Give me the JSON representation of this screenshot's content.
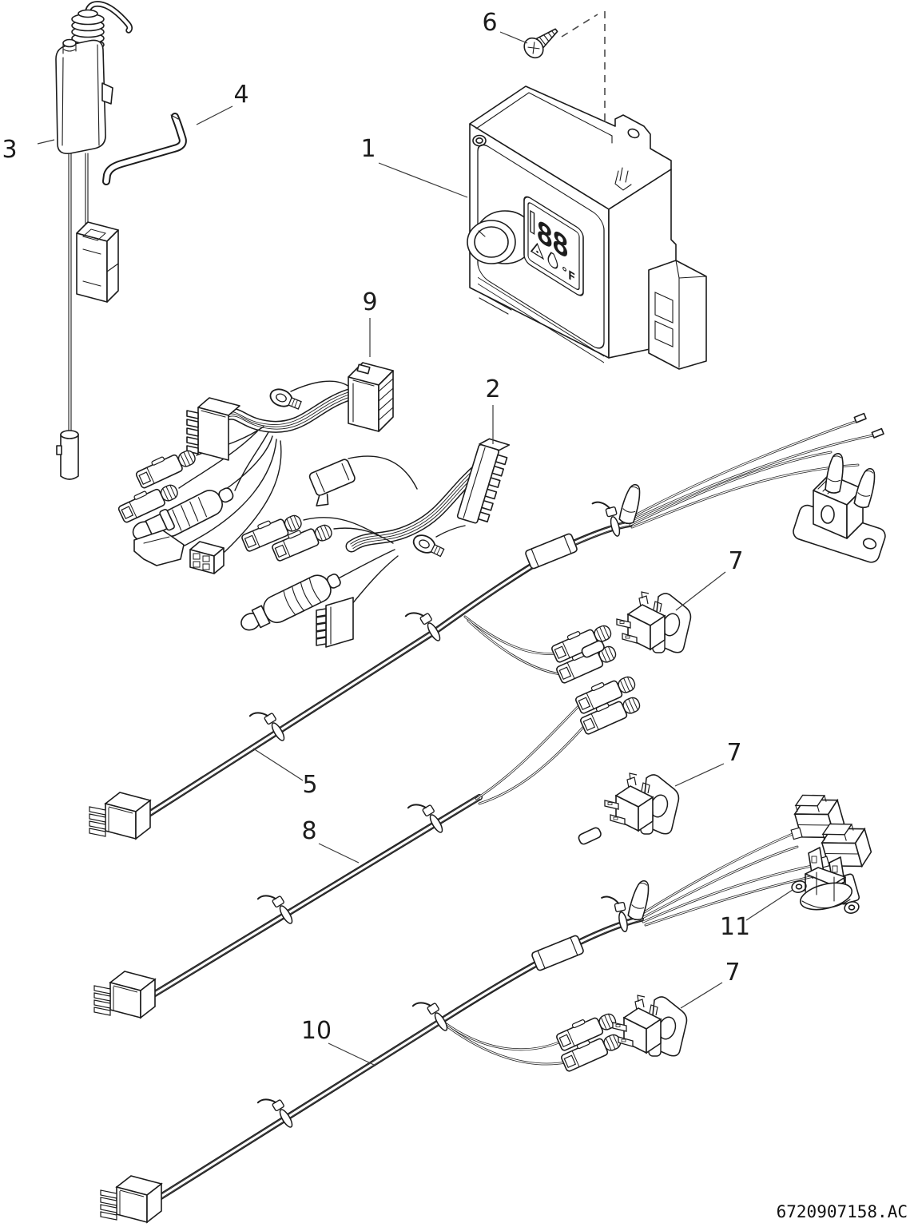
{
  "diagram": {
    "type": "exploded-parts-diagram",
    "doc_code": "6720907158.AC",
    "display": {
      "digits": "88",
      "unit": "°F"
    },
    "callouts": [
      {
        "id": "1",
        "label": "1"
      },
      {
        "id": "2",
        "label": "2"
      },
      {
        "id": "3",
        "label": "3"
      },
      {
        "id": "4",
        "label": "4"
      },
      {
        "id": "5",
        "label": "5"
      },
      {
        "id": "6",
        "label": "6"
      },
      {
        "id": "7a",
        "label": "7"
      },
      {
        "id": "7b",
        "label": "7"
      },
      {
        "id": "7c",
        "label": "7"
      },
      {
        "id": "8",
        "label": "8"
      },
      {
        "id": "9",
        "label": "9"
      },
      {
        "id": "10",
        "label": "10"
      },
      {
        "id": "11",
        "label": "11"
      }
    ],
    "colors": {
      "line": "#1c1c1c",
      "background": "#ffffff"
    }
  }
}
